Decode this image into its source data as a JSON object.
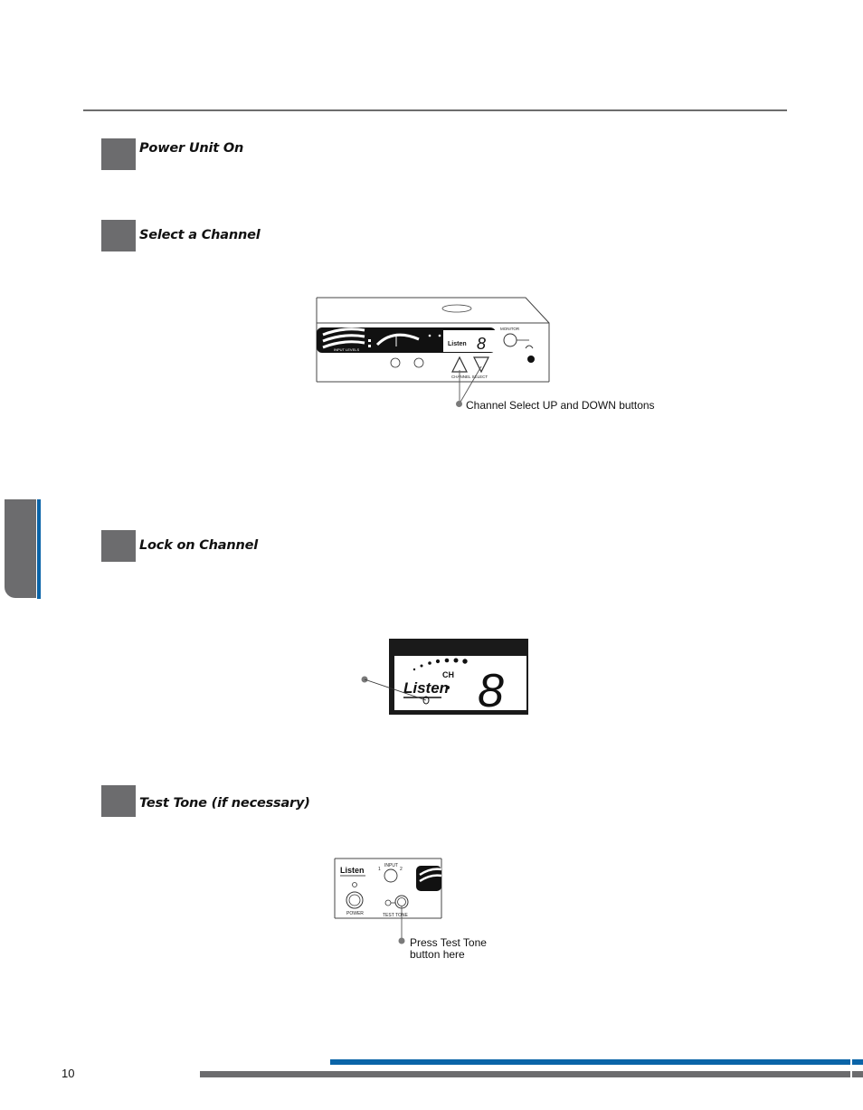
{
  "steps": [
    {
      "title": "Power Unit On"
    },
    {
      "title": "Select a Channel"
    },
    {
      "title": "Lock on Channel"
    },
    {
      "title": "Test Tone (if necessary)"
    }
  ],
  "figure_channel": {
    "monitor_label": "MONITOR",
    "input_levels_label": "INPUT LEVELS",
    "channel_select_label": "CHANNEL SELECT",
    "brand": "Listen",
    "digit": "8",
    "callout": "Channel Select UP and DOWN buttons"
  },
  "figure_lock": {
    "brand": "Listen",
    "ch_label": "CH",
    "digit": "8"
  },
  "figure_test": {
    "brand": "Listen",
    "input_label": "INPUT",
    "input_1": "1",
    "input_2": "2",
    "power_label": "POWER",
    "test_tone_label": "TEST TONE",
    "callout_line1": "Press Test Tone",
    "callout_line2": "button here"
  },
  "footer": {
    "page_number": "10"
  },
  "colors": {
    "accent_blue": "#0a64a8",
    "box_gray": "#6c6c6e"
  }
}
